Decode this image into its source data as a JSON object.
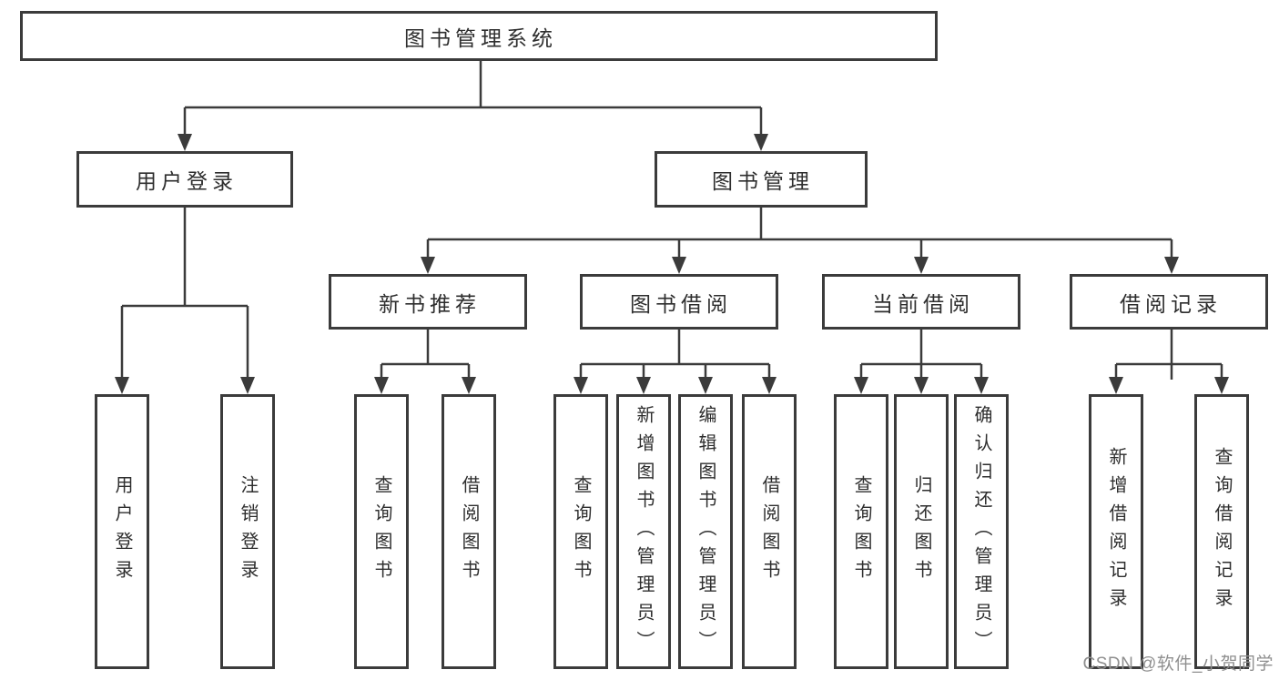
{
  "diagram": {
    "root": {
      "label": "图书管理系统"
    },
    "level2": [
      {
        "label": "用户登录"
      },
      {
        "label": "图书管理"
      }
    ],
    "level3": [
      {
        "label": "新书推荐"
      },
      {
        "label": "图书借阅"
      },
      {
        "label": "当前借阅"
      },
      {
        "label": "借阅记录"
      }
    ],
    "leaves": {
      "user_login": [
        "用户登录",
        "注销登录"
      ],
      "new_book_recommend": [
        "查询图书",
        "借阅图书"
      ],
      "book_borrowing": [
        "查询图书",
        "新增图书（管理员）",
        "编辑图书（管理员）",
        "借阅图书"
      ],
      "current_borrowing": [
        "查询图书",
        "归还图书",
        "确认归还（管理员）"
      ],
      "borrowing_records": [
        "新增借阅记录",
        "查询借阅记录"
      ]
    }
  },
  "watermark": {
    "text": "CSDN @软件_小贺同学"
  },
  "colors": {
    "line": "#3b3b3b",
    "text": "#2e2e2e",
    "watermark": "#8f8f8f",
    "background": "#ffffff"
  }
}
